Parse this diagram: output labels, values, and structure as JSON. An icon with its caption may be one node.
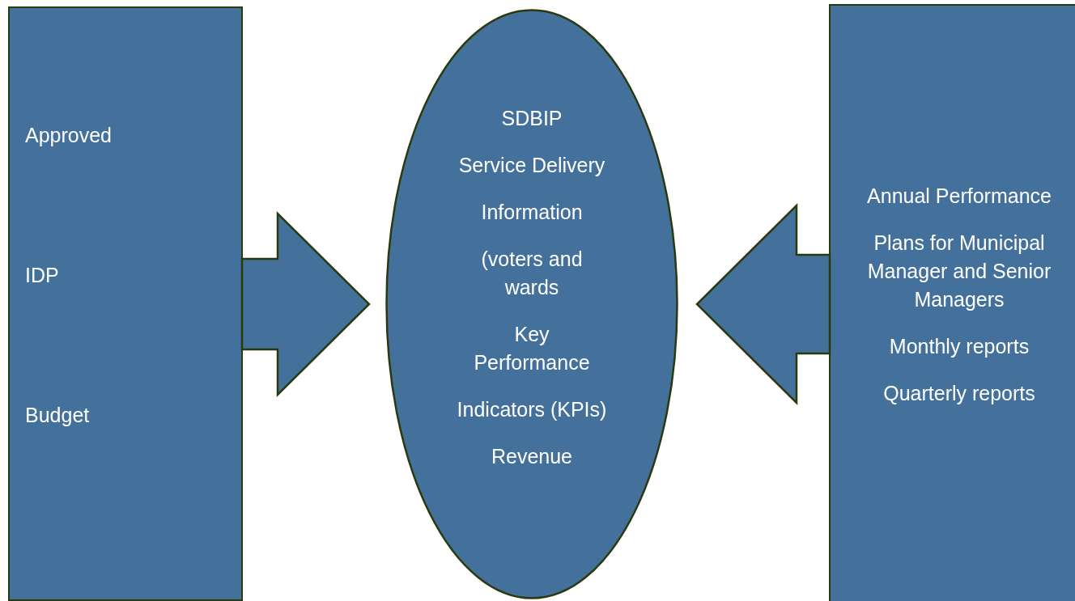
{
  "diagram": {
    "nodes": [
      {
        "text": [
          "Approved",
          "IDP",
          "Budget"
        ]
      },
      {
        "text": [
          "SDBIP",
          "Service Delivery",
          "Information",
          "(voters and wards",
          "Key Performance",
          "Indicators (KPIs)",
          "Revenue"
        ]
      },
      {
        "text": [
          "Annual Performance",
          "Plans for Municipal Manager and Senior Managers",
          "Monthly reports",
          "Quarterly reports"
        ]
      }
    ],
    "edges": [
      {
        "from": 0,
        "to": 1,
        "arrow": "to",
        "style": "thick"
      },
      {
        "from": 2,
        "to": 1,
        "arrow": "to",
        "style": "thick"
      }
    ]
  }
}
